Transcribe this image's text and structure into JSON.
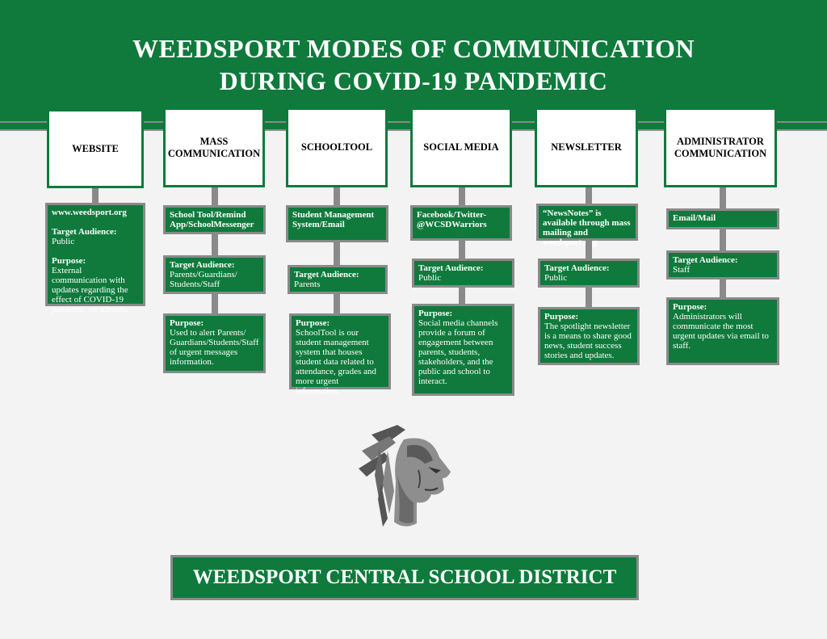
{
  "title": {
    "line1": "WEEDSPORT MODES OF COMMUNICATION",
    "line2": "DURING COVID-19 PANDEMIC"
  },
  "columns": [
    {
      "header": "WEBSITE",
      "box1": "www.weedsport.org",
      "audience_label": "Target Audience:",
      "audience": "Public",
      "purpose_label": "Purpose:",
      "purpose": "External communication with updates regarding the effect of COVID-19 pandemic on schools."
    },
    {
      "header": "MASS COMMUNICATION",
      "box1": "School Tool/Remind App/SchoolMessenger",
      "audience_label": "Target Audience:",
      "audience": "Parents/Guardians/ Students/Staff",
      "purpose_label": "Purpose:",
      "purpose": "Used to alert Parents/ Guardians/Students/Staff of urgent messages information."
    },
    {
      "header": "SCHOOLTOOL",
      "box1": "Student Management System/Email",
      "audience_label": "Target Audience:",
      "audience": "Parents",
      "purpose_label": "Purpose:",
      "purpose": "SchoolTool is our student management system that houses student data related to attendance, grades and more urgent information."
    },
    {
      "header": "SOCIAL MEDIA",
      "box1": "Facebook/Twitter- @WCSDWarriors",
      "audience_label": "Target Audience:",
      "audience": "Public",
      "purpose_label": "Purpose:",
      "purpose": "Social media channels provide a forum of engagement between parents, students, stakeholders, and the public and school to interact."
    },
    {
      "header": "NEWSLETTER",
      "box1": "“NewsNotes” is available through mass mailing and weedsport.org",
      "audience_label": "Target Audience:",
      "audience": "Public",
      "purpose_label": "Purpose:",
      "purpose": "The spotlight newsletter is a means to share good news, student success stories and updates."
    },
    {
      "header": "ADMINISTRATOR COMMUNICATION",
      "box1": "Email/Mail",
      "audience_label": "Target Audience:",
      "audience": "Staff",
      "purpose_label": "Purpose:",
      "purpose": "Administrators will communicate the most urgent updates via email to staff."
    }
  ],
  "footer": "WEEDSPORT CENTRAL SCHOOL DISTRICT",
  "logo_icon": "warrior-head-logo-icon",
  "colors": {
    "green": "#0f7a3c",
    "gray": "#8a8a8a"
  }
}
